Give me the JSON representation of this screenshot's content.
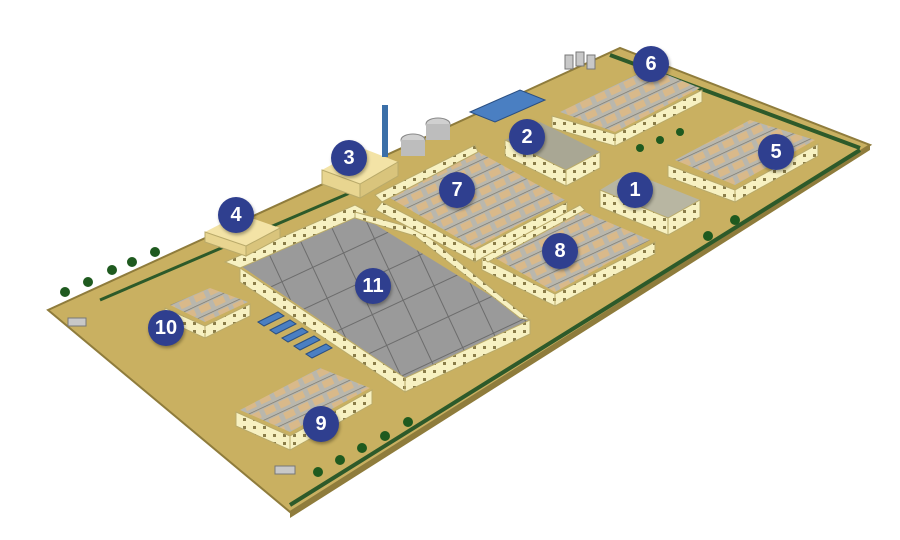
{
  "markers": [
    {
      "id": "1",
      "label": "1"
    },
    {
      "id": "2",
      "label": "2"
    },
    {
      "id": "3",
      "label": "3"
    },
    {
      "id": "4",
      "label": "4"
    },
    {
      "id": "5",
      "label": "5"
    },
    {
      "id": "6",
      "label": "6"
    },
    {
      "id": "7",
      "label": "7"
    },
    {
      "id": "8",
      "label": "8"
    },
    {
      "id": "9",
      "label": "9"
    },
    {
      "id": "10",
      "label": "10"
    },
    {
      "id": "11",
      "label": "11"
    }
  ],
  "colors": {
    "ground": "#c9b061",
    "ground_edge": "#8f7c3c",
    "border_strip": "#2d5a2a",
    "building_wall": "#f7f1c2",
    "building_roof_grid": "#8f8f8f",
    "marker_fill": "#2f3f8f",
    "marker_text": "#ffffff"
  }
}
